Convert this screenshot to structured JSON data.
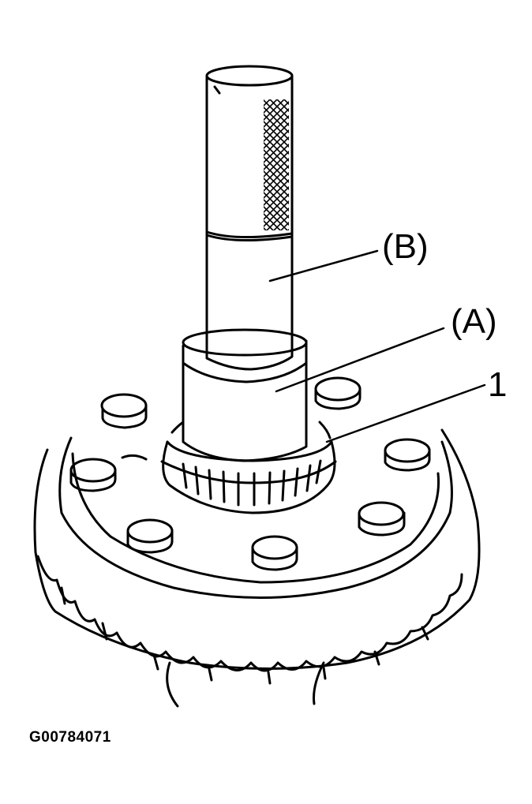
{
  "figure": {
    "id": "G00784071"
  },
  "callouts": [
    {
      "label": "(B)",
      "part": "tool-handle"
    },
    {
      "label": "(A)",
      "part": "bearing-installer"
    },
    {
      "label": "1",
      "part": "bearing"
    }
  ],
  "colors": {
    "ink": "#000000",
    "paper": "#ffffff"
  }
}
